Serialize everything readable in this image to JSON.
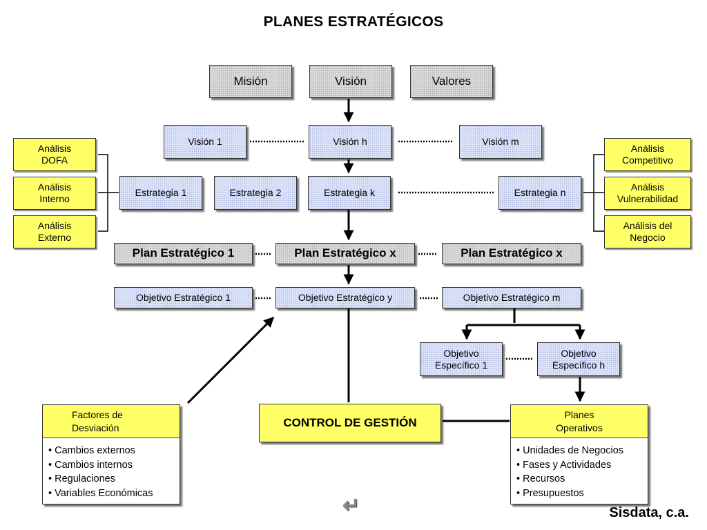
{
  "title": "PLANES ESTRATÉGICOS",
  "top_row": [
    "Misión",
    "Visión",
    "Valores"
  ],
  "visions": [
    "Visión 1",
    "Visión h",
    "Visión m"
  ],
  "strategies": [
    "Estrategia 1",
    "Estrategia 2",
    "Estrategia k",
    "Estrategia n"
  ],
  "left_analysis": [
    "Análisis\nDOFA",
    "Análisis\nInterno",
    "Análisis\nExterno"
  ],
  "right_analysis": [
    "Análisis\nCompetitivo",
    "Análisis\nVulnerabilidad",
    "Análisis del\nNegocio"
  ],
  "plans": [
    "Plan Estratégico  1",
    "Plan Estratégico  x",
    "Plan Estratégico  x"
  ],
  "objectives": [
    "Objetivo Estratégico  1",
    "Objetivo Estratégico  y",
    "Objetivo Estratégico  m"
  ],
  "specific_objectives": [
    "Objetivo\nEspecífico 1",
    "Objetivo\nEspecífico h"
  ],
  "control": "CONTROL DE GESTIÓN",
  "factors": {
    "heading": "Factores  de\nDesviación",
    "items": [
      "Cambios externos",
      "Cambios internos",
      "Regulaciones",
      "Variables Económicas"
    ]
  },
  "operative": {
    "heading": "Planes\nOperativos",
    "items": [
      "Unidades de Negocios",
      "Fases y Actividades",
      "Recursos",
      "Presupuestos"
    ]
  },
  "colors": {
    "box_gray": "#dcdcdc",
    "box_blue": "#dfe6fb",
    "box_yellow": "#ffff66"
  },
  "return_icon": "undo-arrow-icon",
  "brand": "Sisdata, c.a."
}
